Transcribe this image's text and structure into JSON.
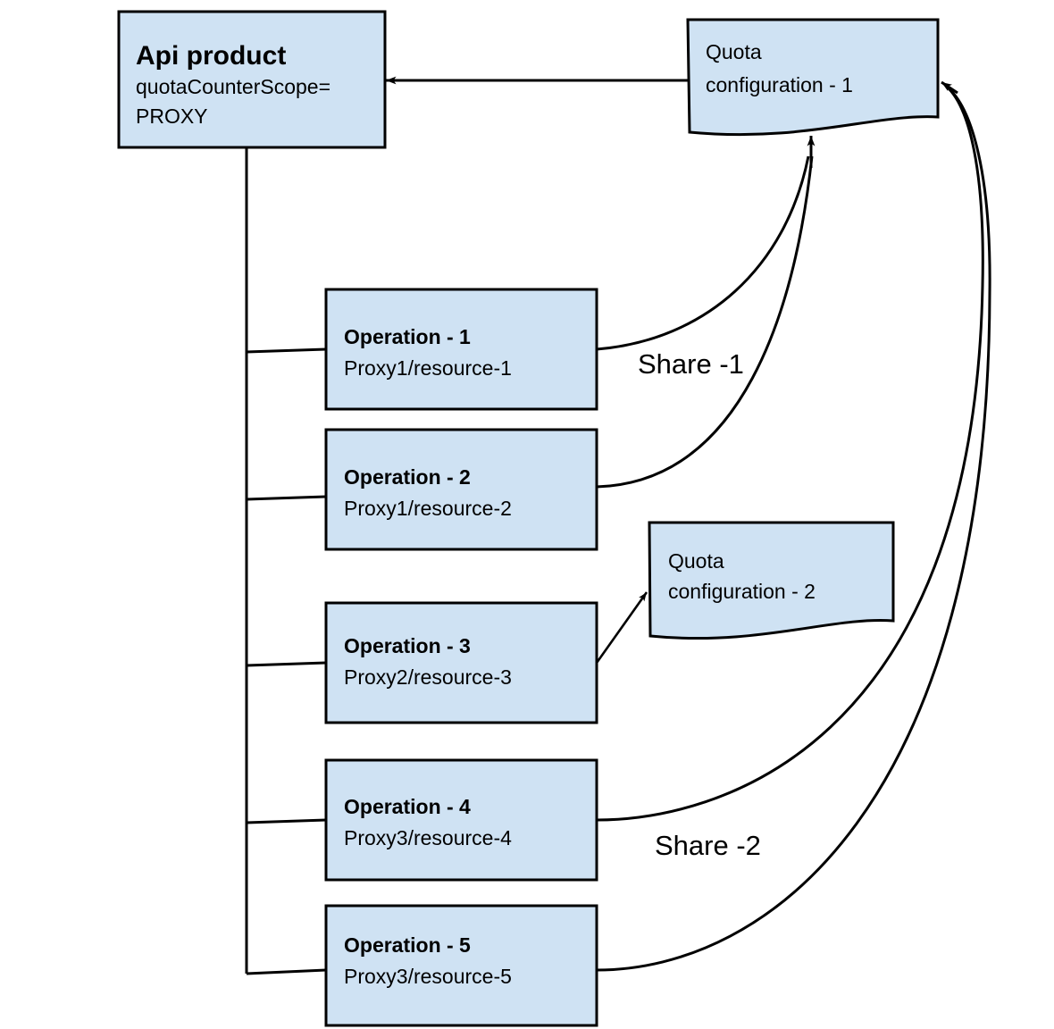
{
  "diagram": {
    "title_node": {
      "name": "api-product",
      "title": "Api product",
      "detail_line1": "quotaCounterScope=",
      "detail_line2": "PROXY"
    },
    "quota_configs": [
      {
        "id": "quota-configuration-1",
        "line1": "Quota",
        "line2": "configuration - 1"
      },
      {
        "id": "quota-configuration-2",
        "line1": "Quota",
        "line2": "configuration - 2"
      }
    ],
    "operations": [
      {
        "id": "operation-1",
        "title": "Operation - 1",
        "resource": "Proxy1/resource-1"
      },
      {
        "id": "operation-2",
        "title": "Operation - 2",
        "resource": "Proxy1/resource-2"
      },
      {
        "id": "operation-3",
        "title": "Operation - 3",
        "resource": "Proxy2/resource-3"
      },
      {
        "id": "operation-4",
        "title": "Operation - 4",
        "resource": "Proxy3/resource-4"
      },
      {
        "id": "operation-5",
        "title": "Operation - 5",
        "resource": "Proxy3/resource-5"
      }
    ],
    "edge_labels": [
      {
        "id": "share-1",
        "text": "Share -1"
      },
      {
        "id": "share-2",
        "text": "Share -2"
      }
    ],
    "colors": {
      "node_fill": "#cfe2f3",
      "stroke": "#000000",
      "background": "#ffffff"
    }
  }
}
